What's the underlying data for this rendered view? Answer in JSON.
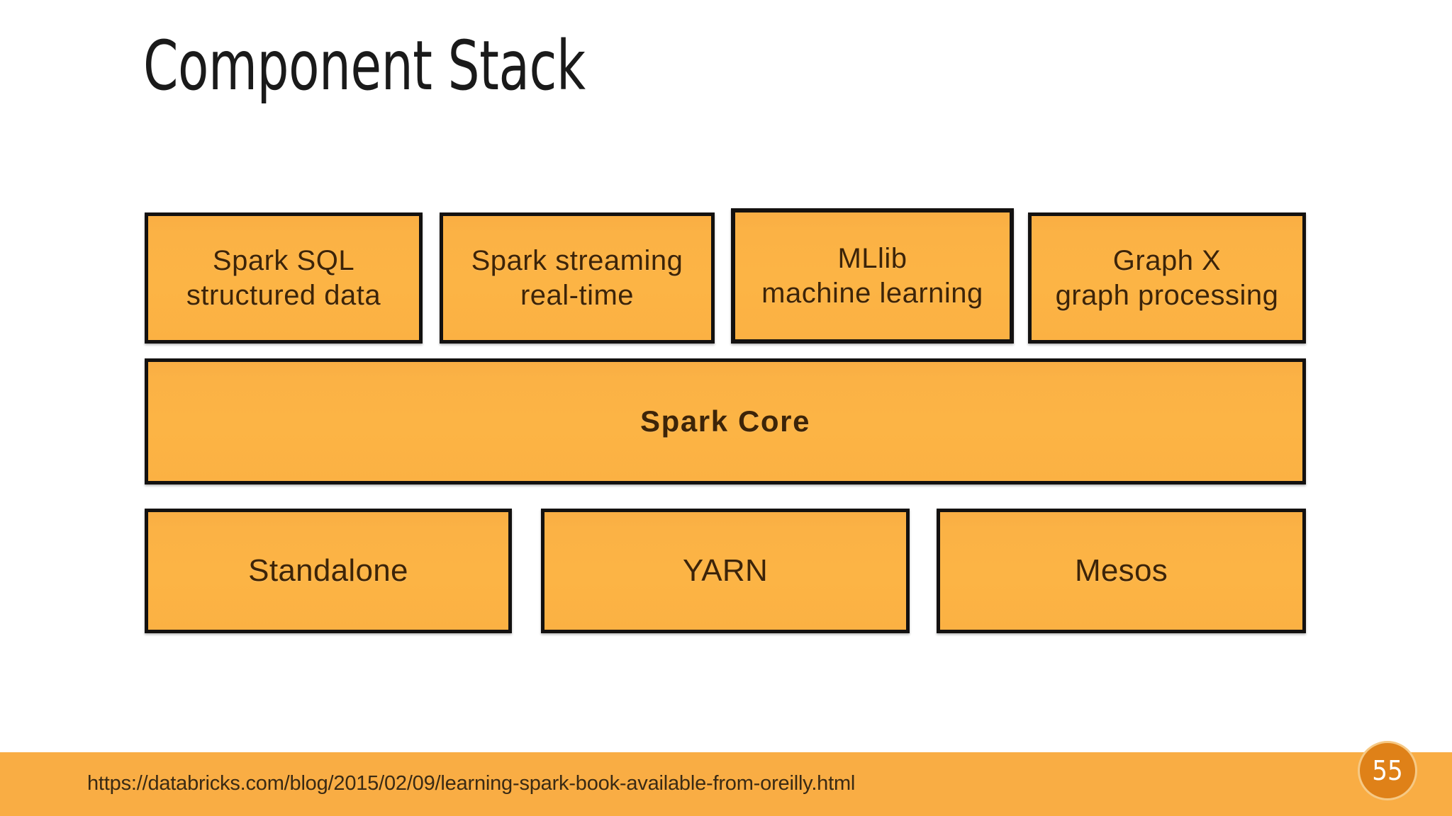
{
  "slide": {
    "title": "Component Stack",
    "background_color": "#ffffff"
  },
  "theme": {
    "box_fill": "#fbb042",
    "box_border": "#131110",
    "box_text": "#3d2408",
    "footer_band": "#f9ad44",
    "badge_fill": "#df8118",
    "badge_ring": "#f6c985",
    "badge_text": "#ffffff",
    "title_color": "#1a1a1a"
  },
  "diagram": {
    "type": "layered-stack",
    "layers": [
      {
        "name": "libraries",
        "boxes": [
          {
            "id": "spark-sql",
            "line1": "Spark SQL",
            "line2": "structured data"
          },
          {
            "id": "spark-streaming",
            "line1": "Spark streaming",
            "line2": "real-time"
          },
          {
            "id": "mllib",
            "line1": "MLlib",
            "line2": "machine learning"
          },
          {
            "id": "graphx",
            "line1": "Graph X",
            "line2": "graph processing"
          }
        ]
      },
      {
        "name": "core",
        "boxes": [
          {
            "id": "spark-core",
            "line1": "Spark Core"
          }
        ]
      },
      {
        "name": "cluster-managers",
        "boxes": [
          {
            "id": "standalone",
            "line1": "Standalone"
          },
          {
            "id": "yarn",
            "line1": "YARN"
          },
          {
            "id": "mesos",
            "line1": "Mesos"
          }
        ]
      }
    ]
  },
  "footer": {
    "url": "https://databricks.com/blog/2015/02/09/learning-spark-book-available-from-oreilly.html",
    "page_number": "55"
  }
}
